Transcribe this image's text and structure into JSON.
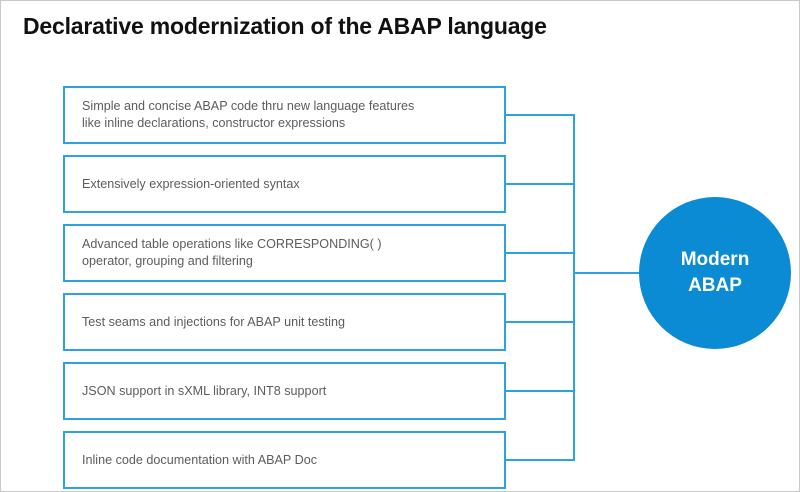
{
  "title": "Declarative modernization of the ABAP language",
  "colors": {
    "box_border": "#2ca3e0",
    "connector": "#2ca3e0",
    "circle_fill": "#0a8bd3",
    "box_text": "#5c5c5c",
    "title_text": "#111111",
    "background": "#ffffff",
    "frame": "#c8c8c8"
  },
  "hub": {
    "line1": "Modern",
    "line2": "ABAP"
  },
  "features": [
    {
      "text": "Simple and concise ABAP code thru new language features\nlike inline declarations, constructor expressions"
    },
    {
      "text": "Extensively expression-oriented syntax"
    },
    {
      "text": "Advanced table operations like CORRESPONDING( )\noperator, grouping and filtering"
    },
    {
      "text": "Test seams and injections for ABAP unit testing"
    },
    {
      "text": "JSON support in sXML library, INT8 support"
    },
    {
      "text": "Inline code documentation with ABAP Doc"
    }
  ]
}
